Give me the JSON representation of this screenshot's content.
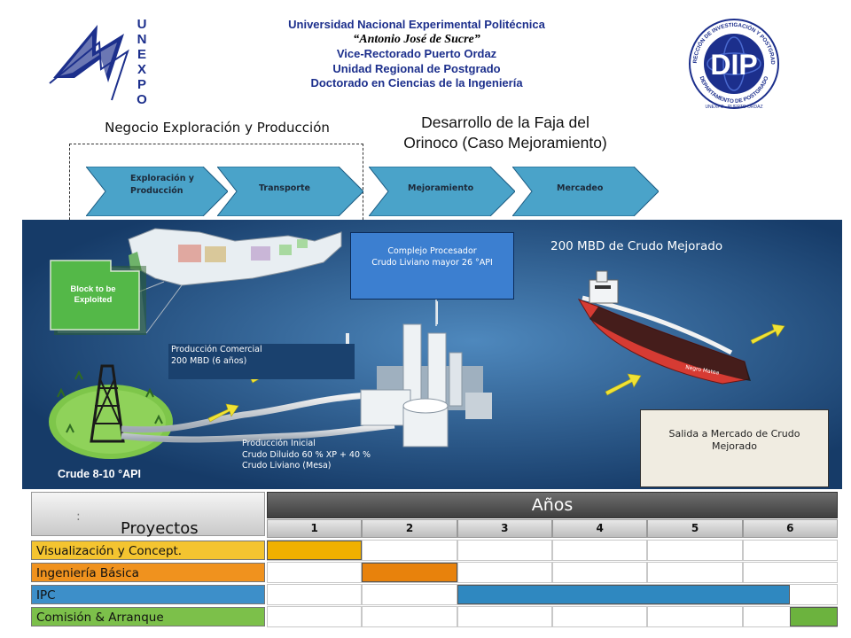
{
  "header": {
    "line1": "Universidad Nacional Experimental Politécnica",
    "line2": "“Antonio José de Sucre”",
    "line3": "Vice-Rectorado Puerto Ordaz",
    "line4": "Unidad Regional de Postgrado",
    "line5": "Doctorado en Ciencias de la Ingeniería",
    "logo_left_letters": [
      "U",
      "N",
      "E",
      "X",
      "P",
      "O"
    ],
    "logo_right_text": "DIP",
    "logo_right_ring_top": "DIRECCIÓN DE INVESTIGACIÓN Y POSTGRADO",
    "logo_right_ring_bottom": "DEPARTAMENTO DE POSTGRADO",
    "logo_right_footer": "UNEXPO · PUERTO ORDAZ"
  },
  "flow": {
    "left_title": "Negocio Exploración y Producción",
    "right_title_line1": "Desarrollo de la Faja del",
    "right_title_line2": "Orinoco (Caso Mejoramiento)",
    "chevrons": [
      {
        "line1": "Exploración y",
        "line2": "Producción"
      },
      {
        "line1": "Transporte",
        "line2": ""
      },
      {
        "line1": "Mejoramiento",
        "line2": ""
      },
      {
        "line1": "Mercadeo",
        "line2": ""
      }
    ]
  },
  "scene": {
    "block_label_line1": "Block to be",
    "block_label_line2": "Exploited",
    "crude_label": "Crude 8-10 °API",
    "prod_commercial_line1": "Producción Comercial",
    "prod_commercial_line2": "200 MBD (6 años)",
    "prod_inicial_line1": "Producción Inicial",
    "prod_inicial_line2": "Crudo Diluido 60 % XP + 40 %",
    "prod_inicial_line3": "Crudo Liviano (Mesa)",
    "complejo_line1": "Complejo Procesador",
    "complejo_line2": "Crudo Liviano mayor 26 °API",
    "crudo_mejorado": "200 MBD de Crudo Mejorado",
    "salida_line1": "Salida a Mercado de Crudo",
    "salida_line2": "Mejorado",
    "ship_name": "Negro Matea"
  },
  "gantt": {
    "projects_label": "Proyectos",
    "projects_suffix": ":",
    "years_label": "Años",
    "years": [
      "1",
      "2",
      "3",
      "4",
      "5",
      "6"
    ],
    "rows": [
      {
        "label": "Visualización y Concept.",
        "color": "#f0b000",
        "start_year": 0,
        "end_year": 1
      },
      {
        "label": "Ingeniería Básica",
        "color": "#e8820c",
        "start_year": 1,
        "end_year": 2
      },
      {
        "label": "IPC",
        "color": "#2f88c0",
        "start_year": 2,
        "end_year": 5.5
      },
      {
        "label": "Comisión & Arranque",
        "color": "#6cb33e",
        "start_year": 5.5,
        "end_year": 6
      }
    ],
    "row_label_colors": [
      "#f4c430",
      "#f0921e",
      "#3d8fc9",
      "#7cc04a"
    ]
  },
  "colors": {
    "header_text": "#1c2f8c",
    "scene_bg": "#1f4c80",
    "chevron_fill": "#4aa3c9"
  }
}
